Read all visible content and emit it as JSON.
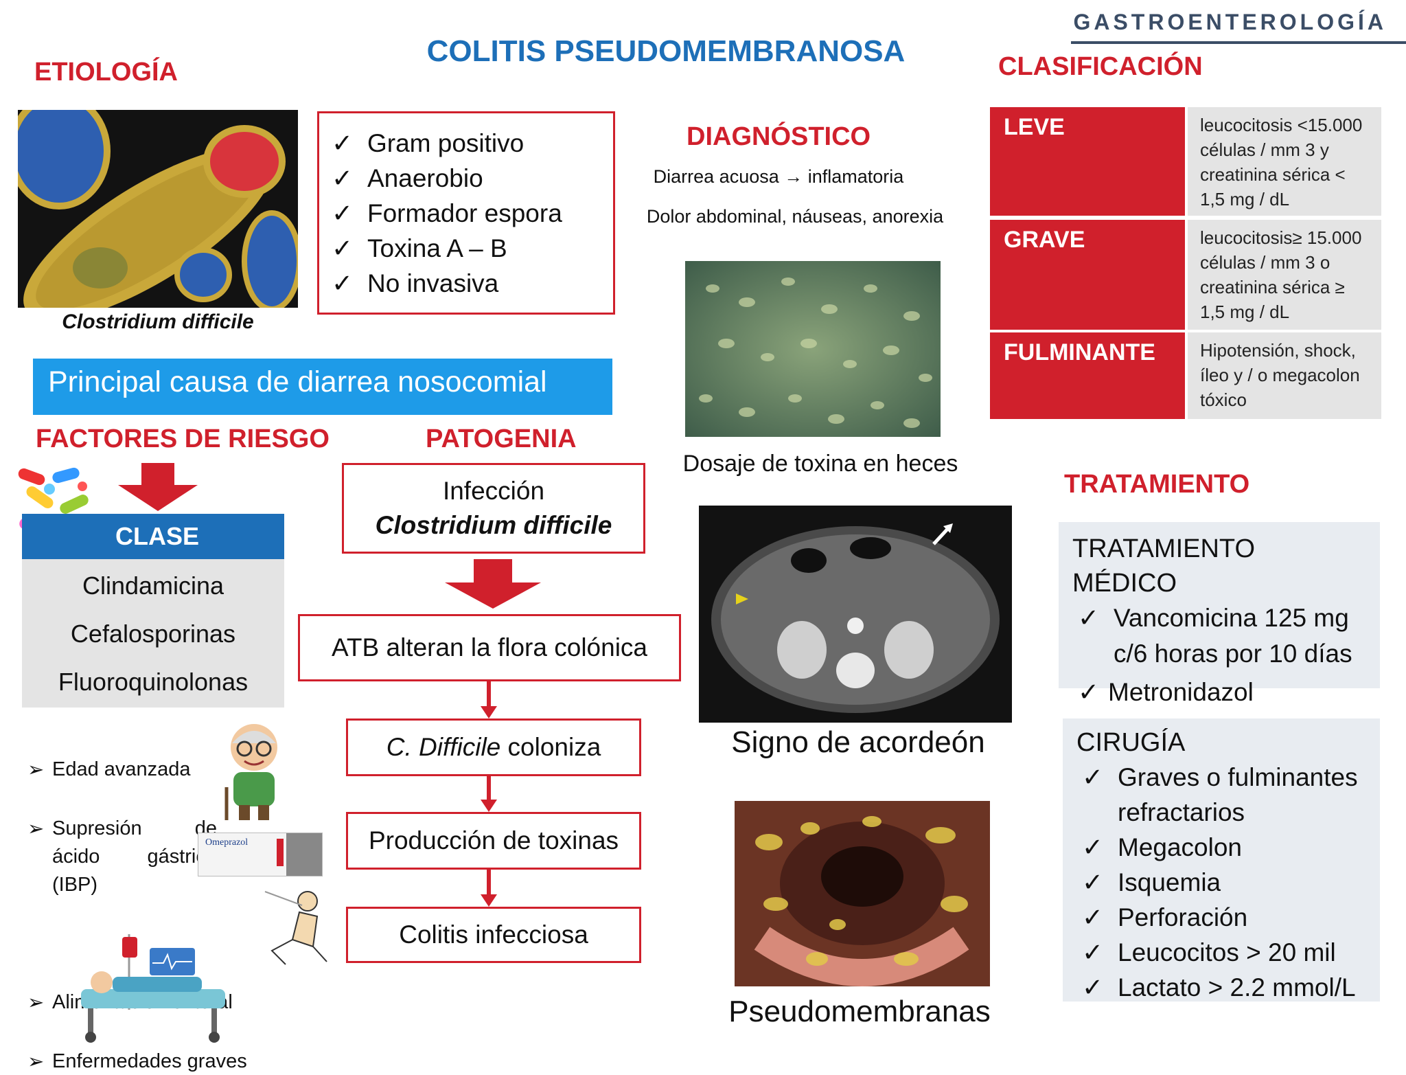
{
  "header": {
    "brand": "GASTROENTEROLOGÍA",
    "title": "COLITIS PSEUDOMEMBRANOSA"
  },
  "etiologia": {
    "heading": "ETIOLOGÍA",
    "image_caption": "Clostridium difficile",
    "traits": [
      "Gram positivo",
      "Anaerobio",
      "Formador espora",
      "Toxina A – B",
      "No invasiva"
    ],
    "banner": "Principal causa de diarrea nosocomial"
  },
  "factores": {
    "heading": "FACTORES DE RIESGO",
    "class_label": "CLASE",
    "drugs": [
      "Clindamicina",
      "Cefalosporinas",
      "Fluoroquinolonas"
    ],
    "risks": [
      "Edad avanzada",
      "Supresión de ácido gástrico (IBP)",
      "Alimentación enteral",
      "Enfermedades graves"
    ],
    "box_text": "Omeprazol"
  },
  "patogenia": {
    "heading": "PATOGENIA",
    "step1_line1": "Infección",
    "step1_line2": "Clostridium difficile",
    "step2": "ATB alteran la flora colónica",
    "step3_italic": "C. Difficile",
    "step3_rest": " coloniza",
    "step4": "Producción de toxinas",
    "step5": "Colitis infecciosa"
  },
  "diagnostico": {
    "heading": "DIAGNÓSTICO",
    "line1": "Diarrea acuosa → inflamatoria",
    "line2": "Dolor abdominal, náuseas, anorexia",
    "caption1": "Dosaje de toxina en heces",
    "caption2": "Signo de acordeón",
    "caption3": "Pseudomembranas"
  },
  "clasificacion": {
    "heading": "CLASIFICACIÓN",
    "rows": [
      {
        "label": "LEVE",
        "desc": "leucocitosis <15.000 células / mm 3 y creatinina sérica < 1,5 mg / dL"
      },
      {
        "label": "GRAVE",
        "desc": "leucocitosis≥ 15.000 células / mm 3 o creatinina sérica ≥ 1,5 mg / dL"
      },
      {
        "label": "FULMINANTE",
        "desc": "Hipotensión, shock, íleo y / o megacolon tóxico"
      }
    ]
  },
  "tratamiento": {
    "heading": "TRATAMIENTO",
    "medico_title": "TRATAMIENTO MÉDICO",
    "medico_items": [
      "Vancomicina 125 mg c/6 horas por 10 días",
      "Metronidazol"
    ],
    "cirugia_title": "CIRUGÍA",
    "cirugia_items": [
      "Graves o fulminantes refractarios",
      "Megacolon",
      "Isquemia",
      "Perforación",
      "Leucocitos > 20 mil",
      "Lactato > 2.2 mmol/L"
    ]
  },
  "colors": {
    "accent_red": "#d0202c",
    "accent_blue": "#1d6fb8",
    "banner_blue": "#1e9be8",
    "gray_box": "#e4e4e4"
  }
}
